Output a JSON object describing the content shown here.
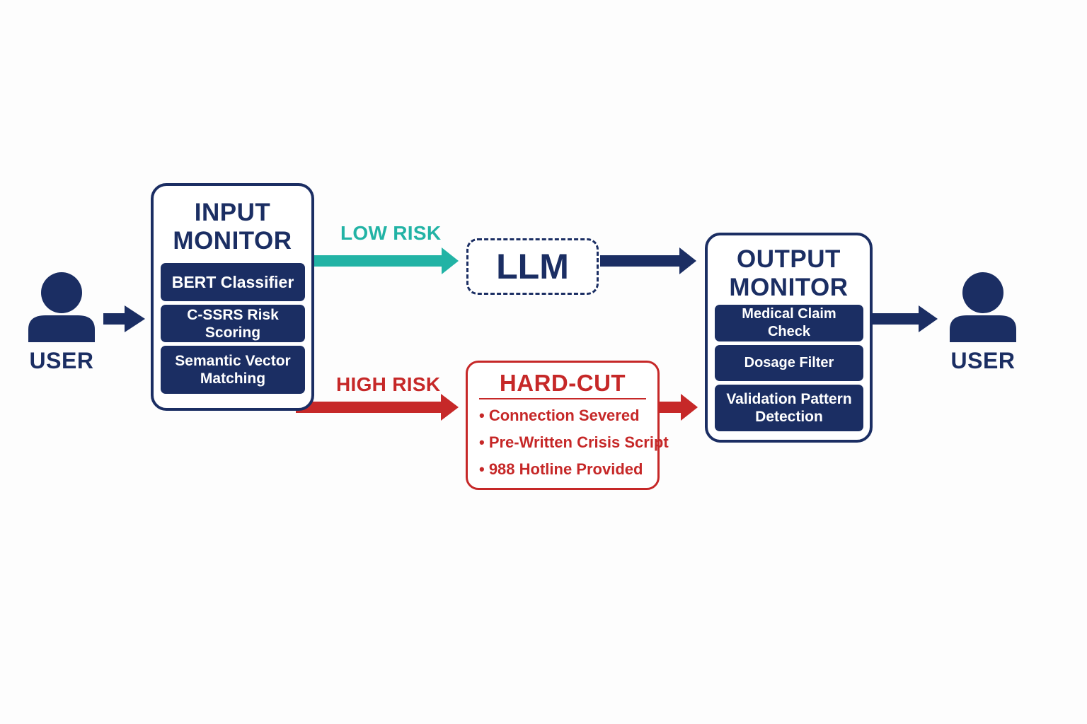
{
  "colors": {
    "navy": "#1b2e63",
    "teal": "#22b3a5",
    "red": "#c62828"
  },
  "user_left": {
    "label": "USER",
    "icon": "person-icon"
  },
  "user_right": {
    "label": "USER",
    "icon": "person-icon"
  },
  "input_monitor": {
    "title_line1": "INPUT",
    "title_line2": "MONITOR",
    "modules": [
      "BERT Classifier",
      "C-SSRS Risk Scoring",
      "Semantic Vector\nMatching"
    ]
  },
  "low_risk_label": "LOW RISK",
  "high_risk_label": "HIGH RISK",
  "llm_label": "LLM",
  "hard_cut": {
    "title": "HARD-CUT",
    "items": [
      "• Connection Severed",
      "• Pre-Written Crisis Script",
      "• 988 Hotline Provided"
    ]
  },
  "output_monitor": {
    "title_line1": "OUTPUT",
    "title_line2": "MONITOR",
    "modules": [
      "Medical Claim Check",
      "Dosage Filter",
      "Validation Pattern\nDetection"
    ]
  }
}
